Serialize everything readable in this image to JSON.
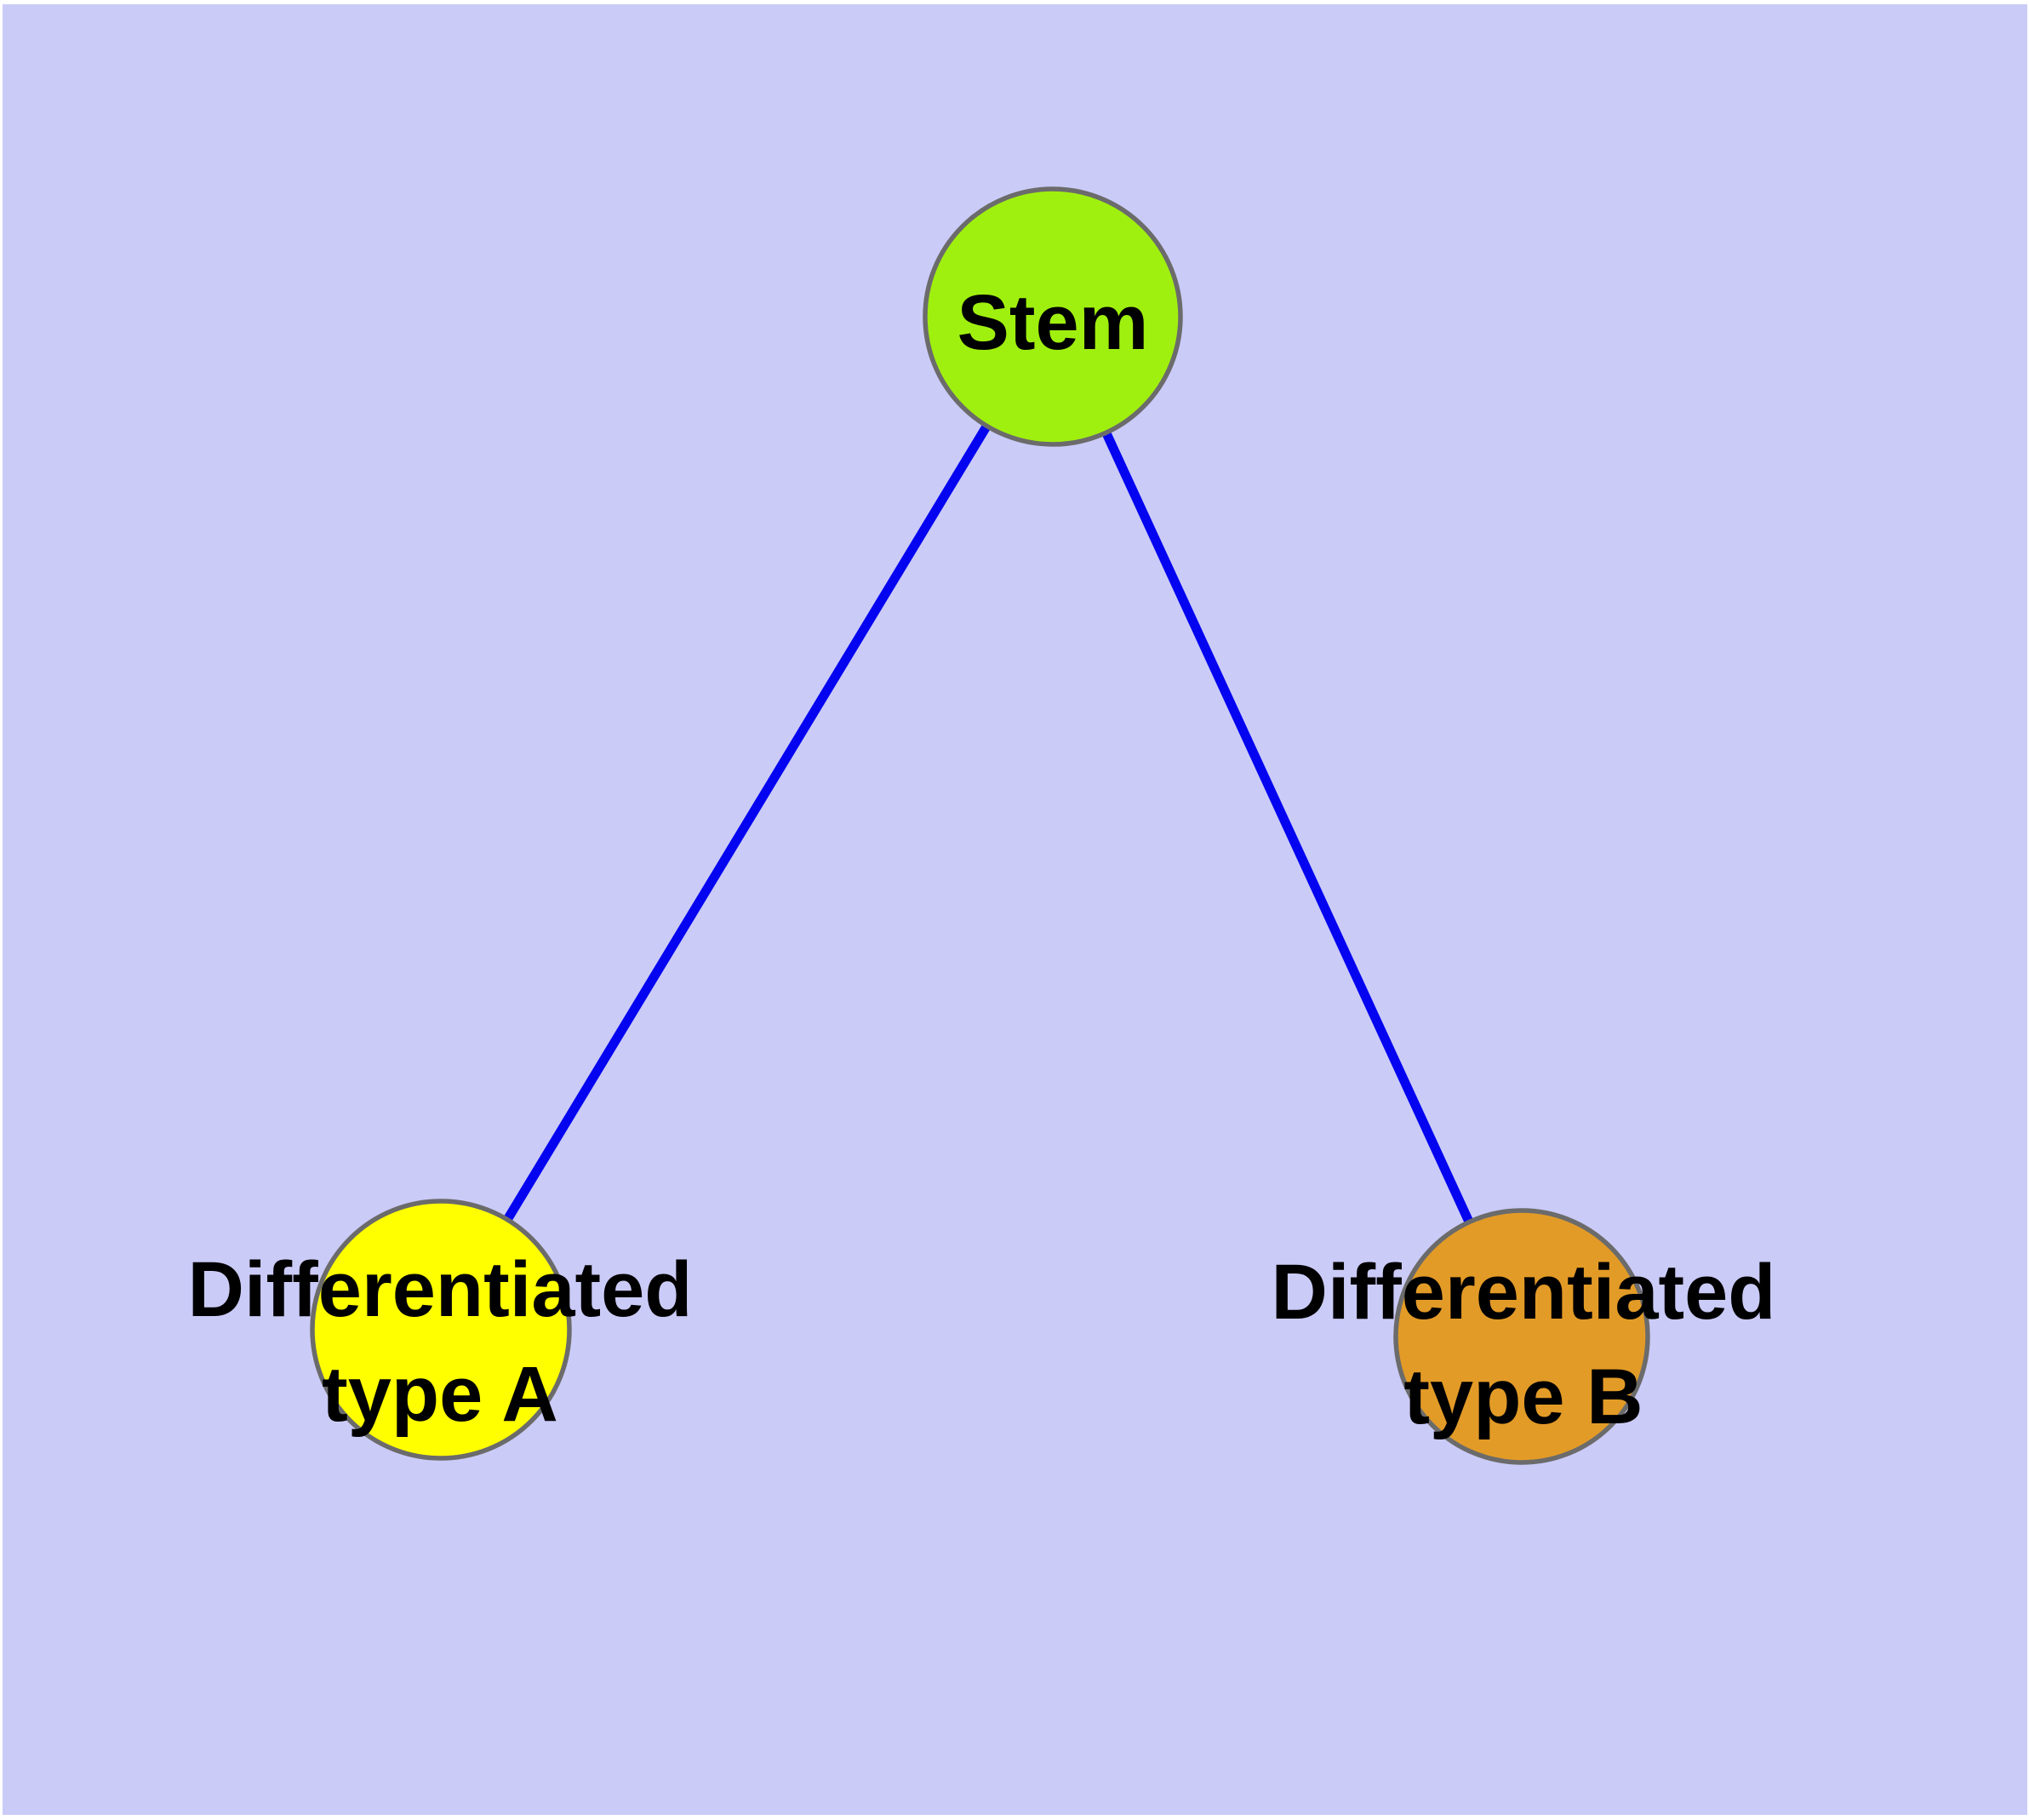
{
  "diagram": {
    "background_color": "#CBCBF8",
    "frame_color": "#FFFFFF",
    "edge_color": "#0404F0",
    "node_border_color": "#6B6B6B",
    "text_color": "#000000",
    "nodes": [
      {
        "id": "stem",
        "lines": [
          "Stem"
        ],
        "fill": "#A0F00F"
      },
      {
        "id": "differentiated-type-a",
        "lines": [
          "Differentiated",
          "type A"
        ],
        "fill": "#FFFF00"
      },
      {
        "id": "differentiated-type-b",
        "lines": [
          "Differentiated",
          "type B"
        ],
        "fill": "#E39B27"
      }
    ],
    "edges": [
      {
        "from": "stem",
        "to": "differentiated-type-a"
      },
      {
        "from": "stem",
        "to": "differentiated-type-b"
      }
    ]
  }
}
